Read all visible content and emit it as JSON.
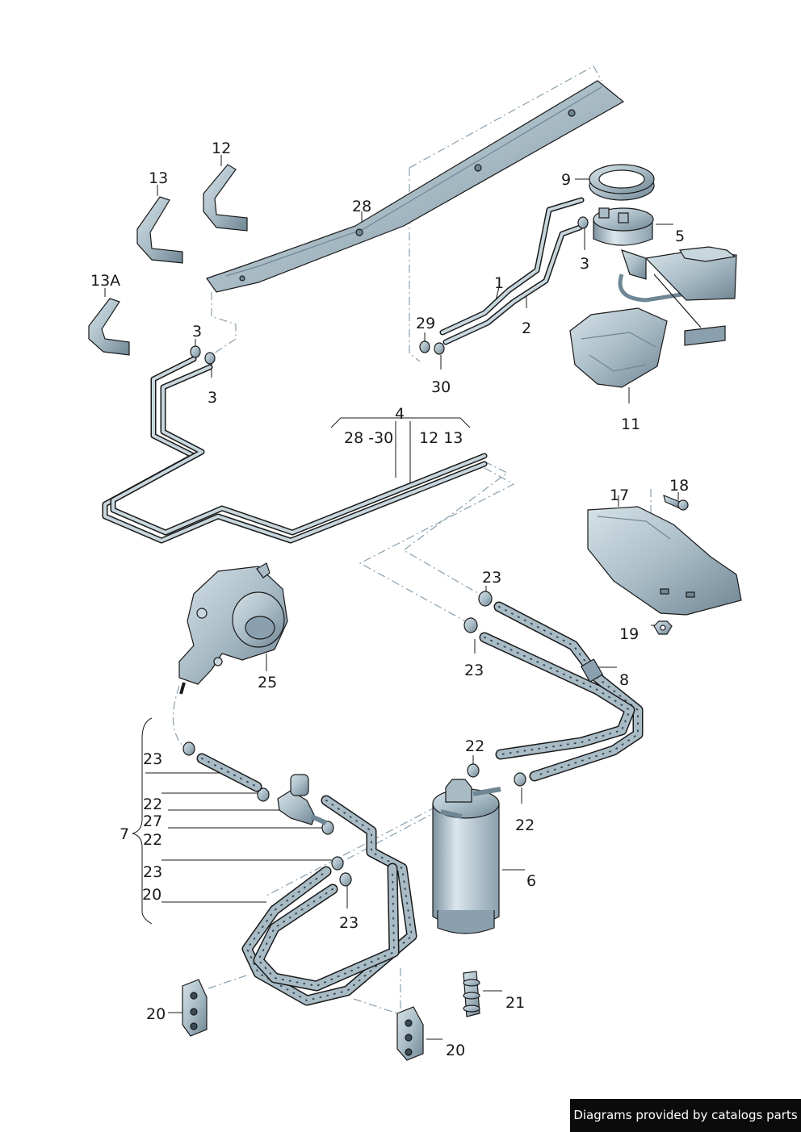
{
  "labels": [
    {
      "id": "l1",
      "text": "1"
    },
    {
      "id": "l2",
      "text": "2"
    },
    {
      "id": "l3a",
      "text": "3"
    },
    {
      "id": "l3b",
      "text": "3"
    },
    {
      "id": "l3c",
      "text": "3"
    },
    {
      "id": "l4",
      "text": "4"
    },
    {
      "id": "l4a",
      "text": "28 -30"
    },
    {
      "id": "l4b",
      "text": "12 13"
    },
    {
      "id": "l5",
      "text": "5"
    },
    {
      "id": "l6",
      "text": "6"
    },
    {
      "id": "l7",
      "text": "7"
    },
    {
      "id": "l8",
      "text": "8"
    },
    {
      "id": "l9",
      "text": "9"
    },
    {
      "id": "l11",
      "text": "11"
    },
    {
      "id": "l12",
      "text": "12"
    },
    {
      "id": "l13",
      "text": "13"
    },
    {
      "id": "l13A",
      "text": "13A"
    },
    {
      "id": "l17",
      "text": "17"
    },
    {
      "id": "l18",
      "text": "18"
    },
    {
      "id": "l19",
      "text": "19"
    },
    {
      "id": "l20a",
      "text": "20"
    },
    {
      "id": "l20b",
      "text": "20"
    },
    {
      "id": "l20c",
      "text": "20"
    },
    {
      "id": "l21",
      "text": "21"
    },
    {
      "id": "l22a",
      "text": "22"
    },
    {
      "id": "l22b",
      "text": "22"
    },
    {
      "id": "l22c",
      "text": "22"
    },
    {
      "id": "l22d",
      "text": "22"
    },
    {
      "id": "l23a",
      "text": "23"
    },
    {
      "id": "l23b",
      "text": "23"
    },
    {
      "id": "l23c",
      "text": "23"
    },
    {
      "id": "l23d",
      "text": "23"
    },
    {
      "id": "l23e",
      "text": "23"
    },
    {
      "id": "l25",
      "text": "25"
    },
    {
      "id": "l27",
      "text": "27"
    },
    {
      "id": "l28",
      "text": "28"
    },
    {
      "id": "l29",
      "text": "29"
    },
    {
      "id": "l30",
      "text": "30"
    }
  ],
  "footer": {
    "text": "Diagrams provided by catalogs parts"
  },
  "colors": {
    "part_fill": "#a9bcc6",
    "part_dark": "#6f8694",
    "line": "#1a1a1a",
    "dash": "#8aa0ae"
  }
}
